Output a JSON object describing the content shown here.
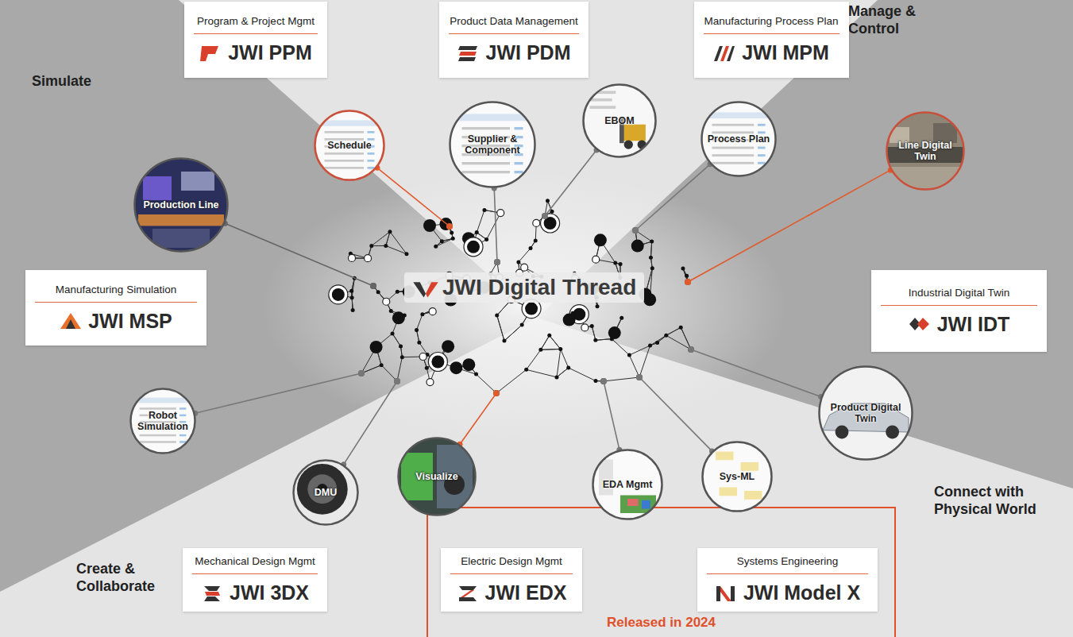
{
  "diagram": {
    "nodes": [
      {
        "text": [
          "Program & Project Mgmt",
          "JWI PPM"
        ]
      },
      {
        "text": [
          "Product Data Management",
          "JWI PDM"
        ]
      },
      {
        "text": [
          "Manufacturing Process Plan",
          "JWI MPM"
        ]
      },
      {
        "text": [
          "Schedule"
        ]
      },
      {
        "text": [
          "Supplier & Component"
        ]
      },
      {
        "text": [
          "EBOM"
        ]
      },
      {
        "text": [
          "Process Plan"
        ]
      },
      {
        "text": [
          "Line Digital Twin"
        ]
      },
      {
        "text": [
          "Production Line"
        ]
      },
      {
        "text": [
          "Manufacturing Simulation",
          "JWI MSP"
        ]
      },
      {
        "text": [
          "JWI Digital Thread"
        ]
      },
      {
        "text": [
          "Industrial Digital Twin",
          "JWI IDT"
        ]
      },
      {
        "text": [
          "Robot Simulation"
        ]
      },
      {
        "text": [
          "Product Digital Twin"
        ]
      },
      {
        "text": [
          "DMU"
        ]
      },
      {
        "text": [
          "Visualize"
        ]
      },
      {
        "text": [
          "EDA Mgmt"
        ]
      },
      {
        "text": [
          "Sys-ML"
        ]
      },
      {
        "text": [
          "Mechanical Design Mgmt",
          "JWI 3DX"
        ]
      },
      {
        "text": [
          "Released in 2024"
        ]
      },
      {
        "text": [
          "Electric Design Mgmt",
          "JWI EDX"
        ],
        "in": 19
      },
      {
        "text": [
          "Systems Engineering",
          "JWI Model X"
        ],
        "in": 19
      }
    ],
    "labels": [
      "Simulate",
      "Manage & Control",
      "Create & Collaborate",
      "Connect with Physical World"
    ]
  }
}
